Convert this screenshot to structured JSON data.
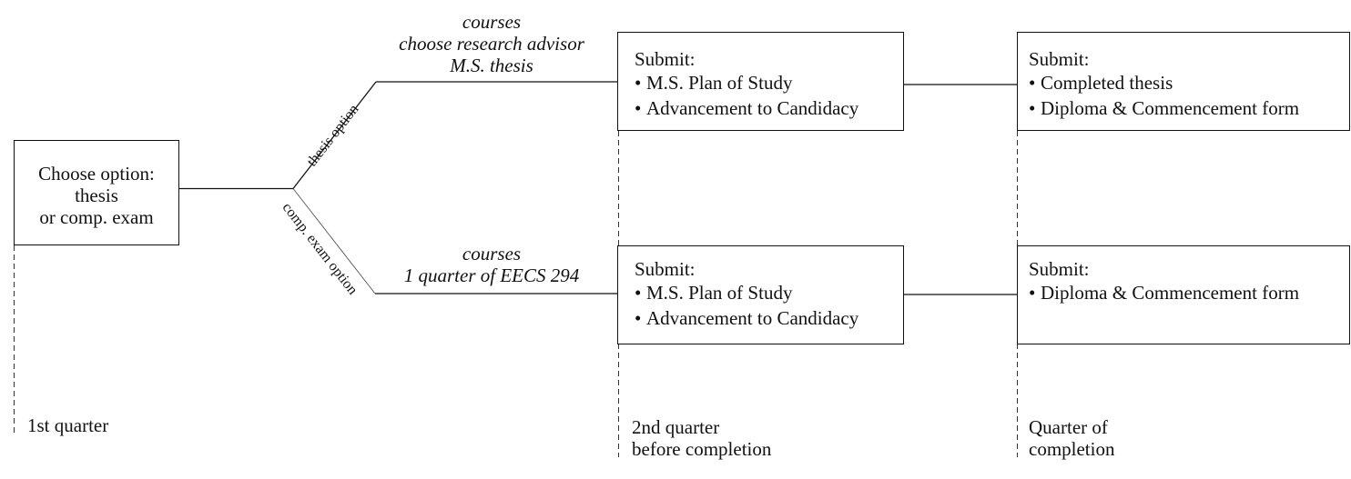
{
  "start_box": {
    "lines": [
      "Choose option:",
      "thesis",
      "or comp. exam"
    ]
  },
  "branches": {
    "thesis": {
      "label": "thesis option",
      "activities": [
        "courses",
        "choose research advisor",
        "M.S. thesis"
      ]
    },
    "exam": {
      "label": "comp. exam option",
      "activities": [
        "courses",
        "1 quarter of EECS 294"
      ]
    }
  },
  "boxes": {
    "thesis_mid": {
      "title": "Submit:",
      "bullet": "•",
      "items": [
        "M.S. Plan of Study",
        "Advancement to Candidacy"
      ]
    },
    "thesis_end": {
      "title": "Submit:",
      "bullet": "•",
      "items": [
        "Completed thesis",
        "Diploma & Commencement form"
      ]
    },
    "exam_mid": {
      "title": "Submit:",
      "bullet": "•",
      "items": [
        "M.S. Plan of Study",
        "Advancement to Candidacy"
      ]
    },
    "exam_end": {
      "title": "Submit:",
      "bullet": "•",
      "items": [
        "Diploma & Commencement form"
      ]
    }
  },
  "timeline": {
    "first": [
      "1st quarter"
    ],
    "second": [
      "2nd quarter",
      "before completion"
    ],
    "third": [
      "Quarter of",
      "completion"
    ]
  },
  "colors": {
    "line": "#111111",
    "dashed": "#333333",
    "background": "#ffffff"
  }
}
